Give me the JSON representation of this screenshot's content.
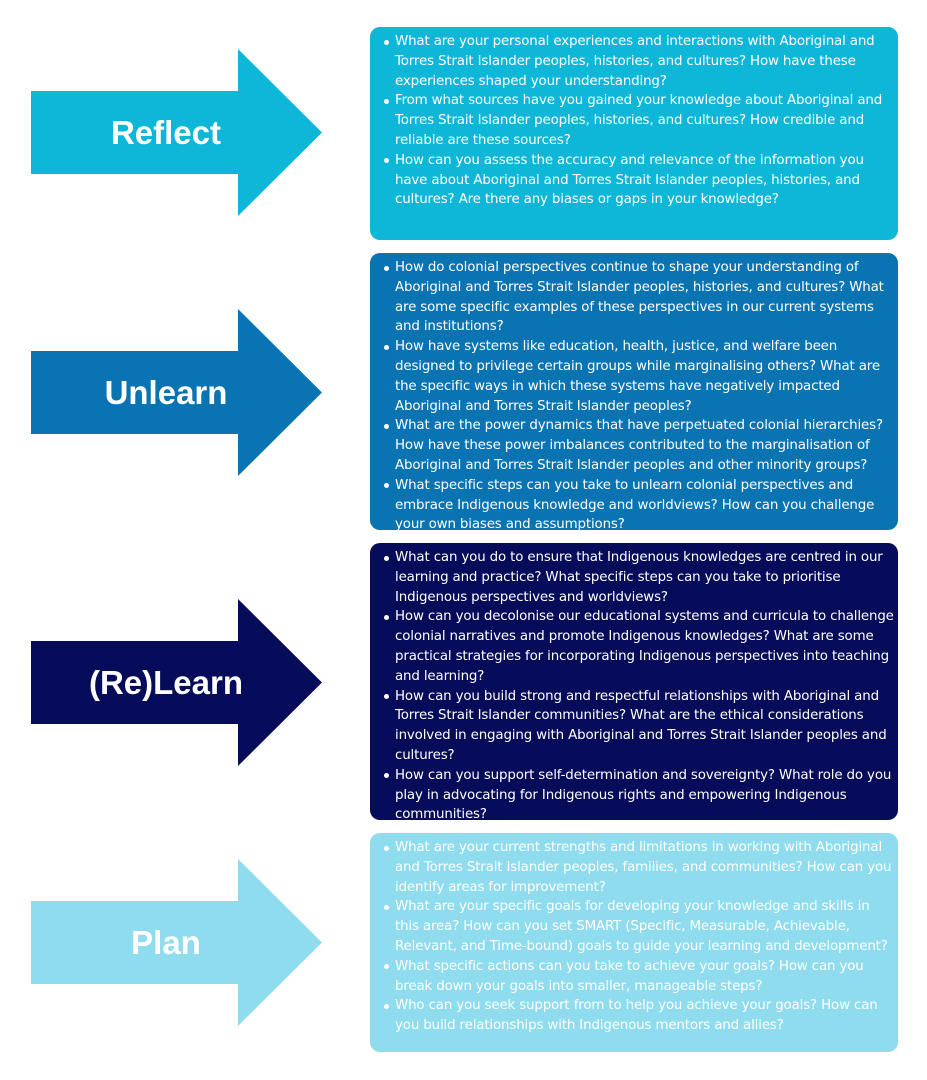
{
  "sections": [
    {
      "label": "Reflect",
      "color": "#0eb6d8",
      "questions": [
        "What are your personal experiences and interactions with Aboriginal and Torres Strait Islander peoples, histories, and cultures? How have these experiences shaped your understanding?",
        "From what sources have you gained your knowledge about Aboriginal and Torres Strait Islander peoples, histories, and cultures? How credible and reliable are these sources?",
        "How can you assess the accuracy and relevance of the information you have about Aboriginal and Torres Strait Islander peoples, histories, and cultures? Are there any biases or gaps in your knowledge?"
      ]
    },
    {
      "label": "Unlearn",
      "color": "#0a74b3",
      "questions": [
        "How do colonial perspectives continue to shape your understanding of Aboriginal and Torres Strait Islander peoples, histories, and cultures? What are some specific examples of these perspectives in our current systems and institutions?",
        "How have systems like education, health, justice, and welfare been designed to privilege certain groups while marginalising others? What are the specific ways in which these systems have negatively impacted Aboriginal and Torres Strait Islander peoples?",
        "What are the power dynamics that have perpetuated colonial hierarchies? How have these power imbalances contributed to the marginalisation of Aboriginal and Torres Strait Islander peoples and other minority groups?",
        "What specific steps can you take to unlearn colonial perspectives and embrace Indigenous knowledge and worldviews? How can you challenge your own biases and assumptions?"
      ]
    },
    {
      "label": "(Re)Learn",
      "color": "#060b5a",
      "questions": [
        "What can you do to ensure that Indigenous knowledges are centred in our learning and practice? What specific steps can you take to prioritise Indigenous perspectives and worldviews?",
        "How can you decolonise our educational systems and curricula to challenge colonial narratives and promote Indigenous knowledges? What are some practical strategies for incorporating Indigenous perspectives into teaching and learning?",
        "How can you build strong and respectful relationships with Aboriginal and Torres Strait Islander communities? What are the ethical considerations involved in engaging with Aboriginal and  Torres Strait Islander peoples and cultures?",
        "How can you support self-determination and sovereignty? What role do you play in advocating for Indigenous rights and empowering Indigenous communities?"
      ]
    },
    {
      "label": "Plan",
      "color": "#8fdcef",
      "questions": [
        "What are your current strengths and limitations in working with Aboriginal and Torres Strait Islander peoples, families, and communities? How can you identify areas for improvement?",
        "What are your specific goals for developing your knowledge and skills in this area? How can you set SMART (Specific, Measurable, Achievable, Relevant, and Time-bound) goals to guide your learning and development?",
        "What specific actions can you take to achieve your goals? How can you break down your goals into smaller, manageable steps?",
        "Who can you seek support from to help you achieve your goals? How can you build relationships with Indigenous mentors and allies?"
      ]
    }
  ]
}
